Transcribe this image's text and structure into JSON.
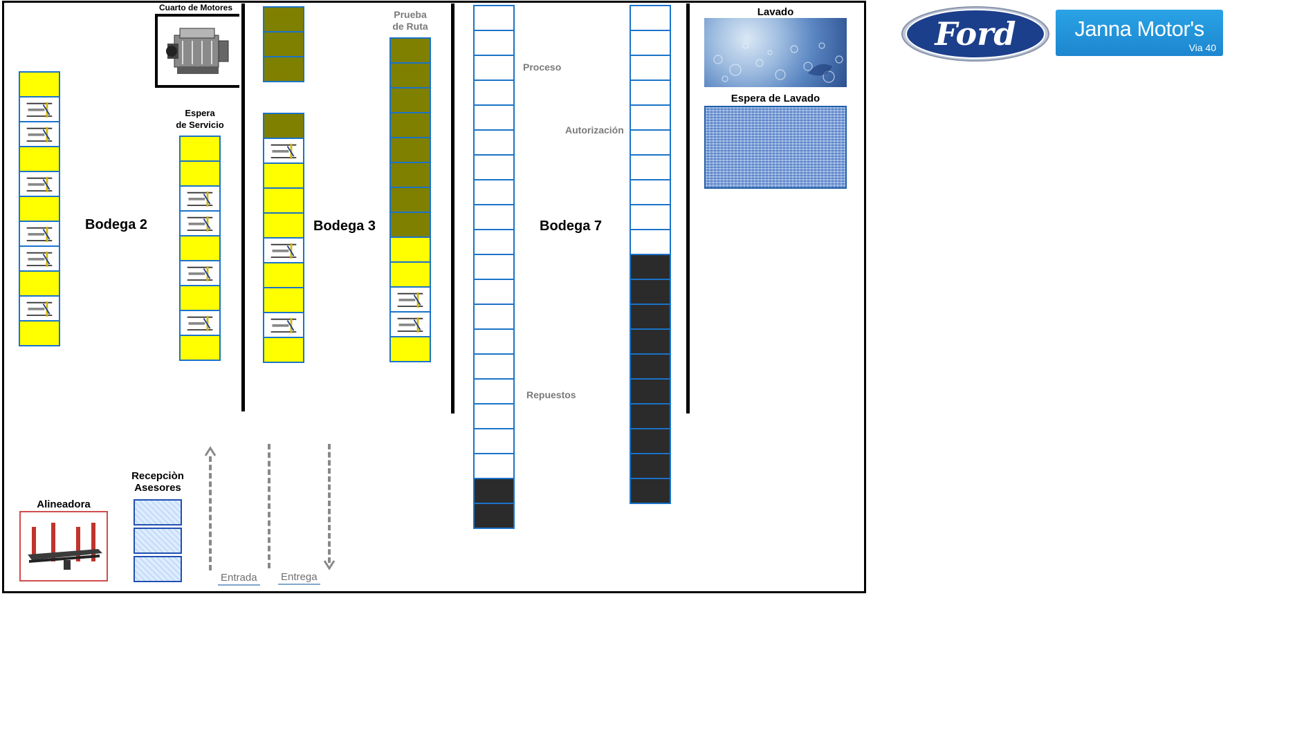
{
  "labels": {
    "cuarto_motores": "Cuarto de Motores",
    "espera_servicio_1": "Espera",
    "espera_servicio_2": "de Servicio",
    "prueba_ruta_1": "Prueba",
    "prueba_ruta_2": "de Ruta",
    "bodega2": "Bodega 2",
    "bodega3": "Bodega 3",
    "bodega7": "Bodega 7",
    "proceso": "Proceso",
    "autorizacion": "Autorización",
    "repuestos": "Repuestos",
    "lavado": "Lavado",
    "espera_lavado": "Espera de Lavado",
    "alineadora": "Alineadora",
    "recepcion_1": "Recepciòn",
    "recepcion_2": "Asesores",
    "entrada": "Entrada",
    "entrega": "Entrega"
  },
  "brand": {
    "ford_logo": "Ford",
    "dealer_name": "Janna Motor's",
    "dealer_sub": "Via 40"
  },
  "colors": {
    "yellow": "#ffff00",
    "olive": "#7f7f00",
    "dark": "#2b2b2b",
    "cell_border": "#1a73c9",
    "ford_blue": "#1c3f8c",
    "dealer_blue": "#1e8fd6"
  },
  "columns": {
    "bodega2_left": [
      "yellow",
      "lift",
      "lift",
      "yellow",
      "lift",
      "yellow",
      "lift",
      "lift",
      "yellow",
      "lift",
      "yellow"
    ],
    "espera_servicio": [
      "yellow",
      "yellow",
      "lift",
      "lift",
      "yellow",
      "lift",
      "yellow",
      "lift",
      "yellow"
    ],
    "motor_top": [
      "olive",
      "olive",
      "olive"
    ],
    "bodega3_left": [
      "olive",
      "lift",
      "yellow",
      "yellow",
      "yellow",
      "lift",
      "yellow",
      "yellow",
      "lift",
      "yellow"
    ],
    "prueba_ruta": [
      "olive",
      "olive",
      "olive",
      "olive",
      "olive",
      "olive",
      "olive",
      "olive",
      "yellow",
      "yellow",
      "lift",
      "lift",
      "yellow"
    ],
    "proceso_col": [
      "white",
      "white",
      "white",
      "white",
      "white",
      "white",
      "white",
      "white",
      "white",
      "white",
      "white",
      "white",
      "white",
      "white",
      "white",
      "white",
      "white",
      "white",
      "white",
      "dark",
      "dark"
    ],
    "autorizacion_col": [
      "white",
      "white",
      "white",
      "white",
      "white",
      "white",
      "white",
      "white",
      "white",
      "white",
      "dark",
      "dark",
      "dark",
      "dark",
      "dark",
      "dark",
      "dark",
      "dark",
      "dark",
      "dark"
    ]
  },
  "icons": {
    "engine": "engine-icon",
    "lift": "car-lift-icon",
    "alignment": "alignment-lift-icon"
  }
}
